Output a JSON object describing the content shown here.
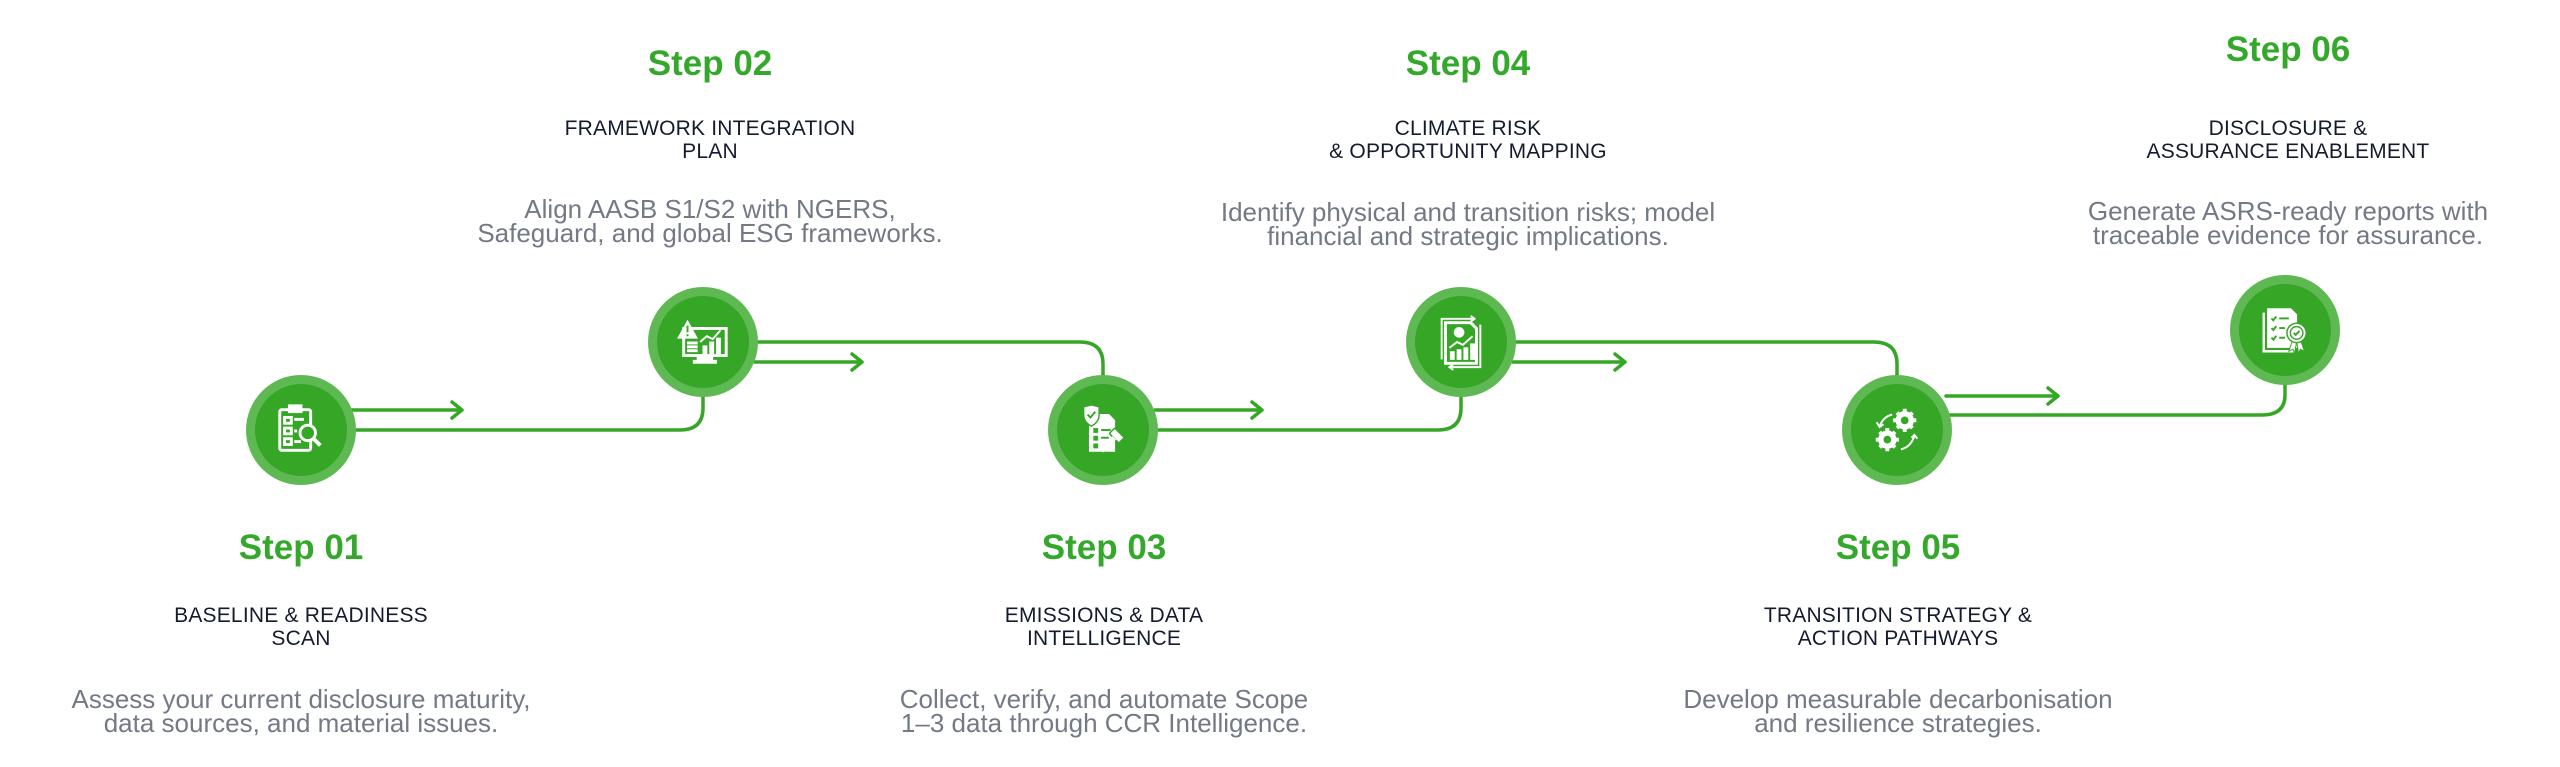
{
  "colors": {
    "accent": "#34a82b",
    "node_outer": "#5fb953",
    "node_inner": "#36a626",
    "connector": "#36a626",
    "title_text": "#151b2e",
    "description_text": "#737985",
    "background": "#ffffff"
  },
  "steps": [
    {
      "label": "Step 01",
      "title": "BASELINE & READINESS\nSCAN",
      "description": "Assess your current disclosure maturity,\ndata sources, and material issues.",
      "icon": "clipboard-checklist-magnifier-icon"
    },
    {
      "label": "Step 02",
      "title": "FRAMEWORK INTEGRATION\nPLAN",
      "description": "Align AASB S1/S2 with NGERS,\nSafeguard, and global ESG frameworks.",
      "icon": "monitor-warning-chart-icon"
    },
    {
      "label": "Step 03",
      "title": "EMISSIONS & DATA\nINTELLIGENCE",
      "description": "Collect, verify, and automate Scope\n1–3 data through CCR Intelligence.",
      "icon": "document-shield-gavel-icon"
    },
    {
      "label": "Step 04",
      "title": "CLIMATE RISK\n& OPPORTUNITY MAPPING",
      "description": "Identify physical and transition risks; model\nfinancial and strategic implications.",
      "icon": "financial-report-chart-icon"
    },
    {
      "label": "Step 05",
      "title": "TRANSITION STRATEGY &\nACTION PATHWAYS",
      "description": "Develop measurable decarbonisation\nand resilience strategies.",
      "icon": "gears-cycle-icon"
    },
    {
      "label": "Step 06",
      "title": "DISCLOSURE &\nASSURANCE ENABLEMENT",
      "description": "Generate ASRS-ready reports with\ntraceable evidence for assurance.",
      "icon": "certified-document-badge-icon"
    }
  ]
}
